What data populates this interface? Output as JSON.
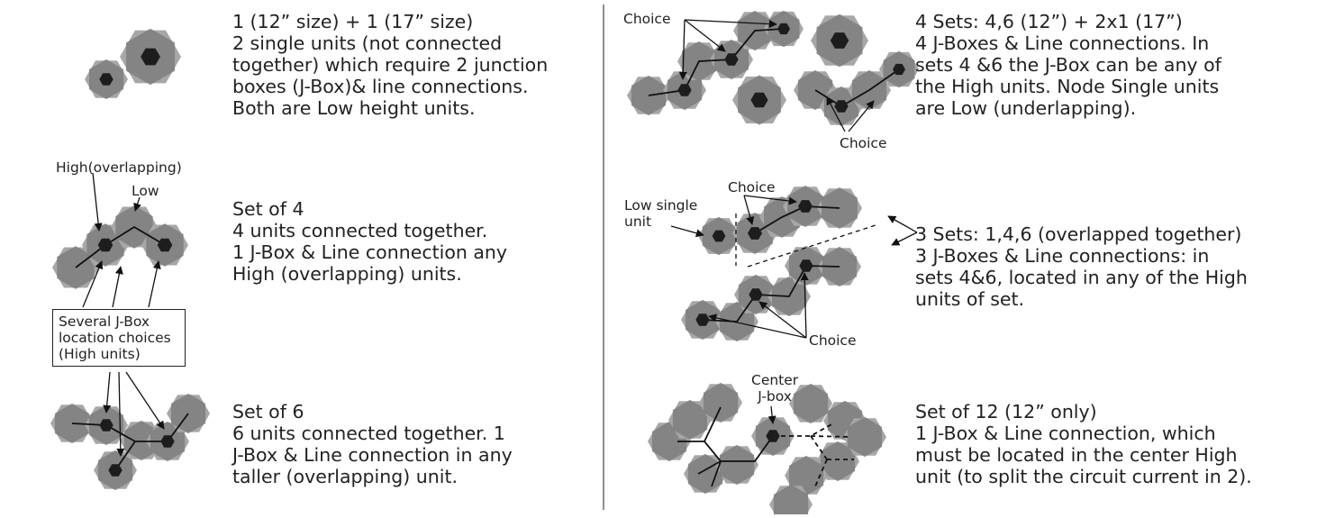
{
  "colors": {
    "hex_dark": "#7e7e7e",
    "hex_light": "#a7a7a7",
    "node": "#1d1d1d",
    "line": "#111111"
  },
  "descriptions": {
    "d1": [
      "1 (12” size) + 1 (17” size)",
      "2 single units (not connected",
      "together) which require 2 junction",
      "boxes (J-Box)& line connections.",
      "Both are Low height units."
    ],
    "d2": [
      "Set of 4",
      "4 units connected together.",
      "1 J-Box & Line connection any",
      "High (overlapping) units."
    ],
    "d3": [
      "Set of 6",
      "6 units connected together. 1",
      "J-Box & Line connection in any",
      "taller (overlapping) unit."
    ],
    "d4": [
      "4 Sets: 4,6 (12”) + 2x1 (17”)",
      "4 J-Boxes & Line connections. In",
      "sets 4 &6 the J-Box can be any of",
      "the High units. Node Single units",
      "are Low (underlapping)."
    ],
    "d5": [
      "3 Sets: 1,4,6 (overlapped together)",
      "3 J-Boxes & Line connections: in",
      "sets 4&6, located in any of the High",
      "units of set."
    ],
    "d6": [
      "Set of 12 (12” only)",
      "1 J-Box & Line connection, which",
      "must be located in the center High",
      "unit (to split the circuit current in 2)."
    ]
  },
  "labels": {
    "high_overlapping": "High(overlapping)",
    "low": "Low",
    "several_choices": [
      "Several J-Box",
      "location choices",
      "(High units)"
    ],
    "choice_top": "Choice",
    "choice_bottom": "Choice",
    "choice_mid": "Choice",
    "low_single_unit": [
      "Low single",
      "unit"
    ],
    "choice_lower": "Choice",
    "center_jbox": [
      "Center",
      "J-box"
    ]
  }
}
